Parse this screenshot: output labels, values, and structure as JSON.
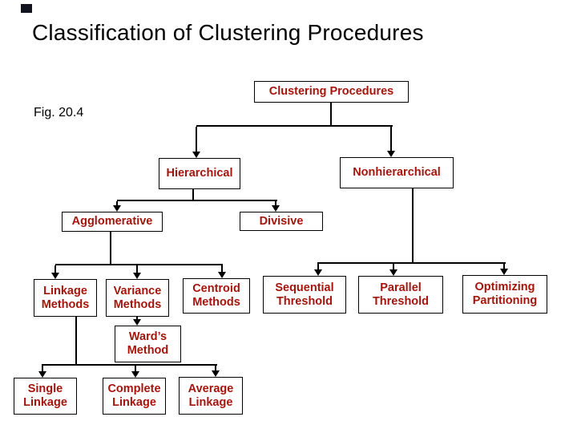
{
  "slide": {
    "title": "Classification of Clustering Procedures",
    "figure_label": "Fig. 20.4"
  },
  "colors": {
    "background": "#ffffff",
    "title_text": "#000000",
    "node_text": "#a5150d",
    "node_border": "#000000",
    "connector": "#000000",
    "corner_accent": "#13131f"
  },
  "tree": {
    "label": "Clustering Procedures",
    "children": [
      {
        "label": "Hierarchical",
        "children": [
          {
            "label": "Agglomerative",
            "children": [
              {
                "label": "Linkage Methods",
                "children": [
                  {
                    "label": "Single Linkage"
                  },
                  {
                    "label": "Complete Linkage"
                  },
                  {
                    "label": "Average Linkage"
                  }
                ]
              },
              {
                "label": "Variance Methods",
                "children": [
                  {
                    "label": "Ward’s Method"
                  }
                ]
              },
              {
                "label": "Centroid Methods"
              }
            ]
          },
          {
            "label": "Divisive"
          }
        ]
      },
      {
        "label": "Nonhierarchical",
        "children": [
          {
            "label": "Sequential Threshold"
          },
          {
            "label": "Parallel Threshold"
          },
          {
            "label": "Optimizing Partitioning"
          }
        ]
      }
    ]
  }
}
